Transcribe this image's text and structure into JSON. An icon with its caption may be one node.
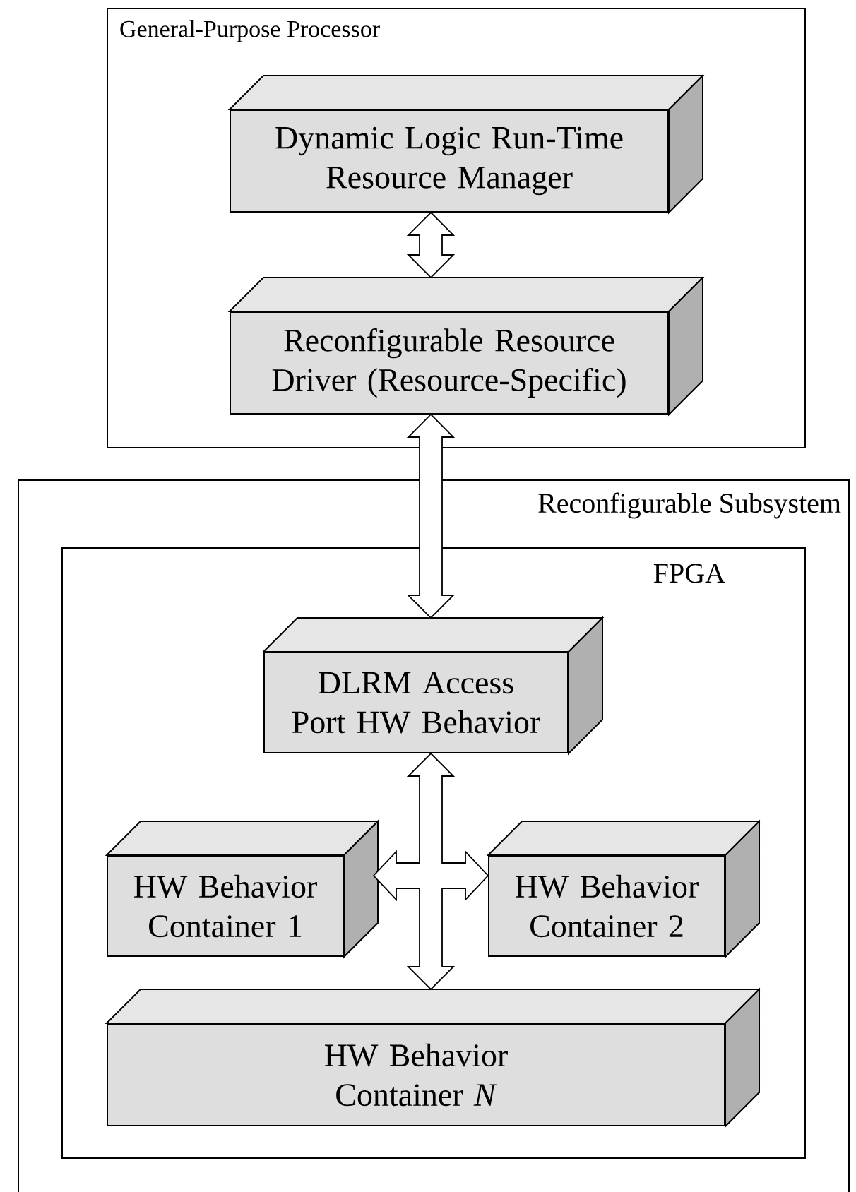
{
  "diagram": {
    "nodes": [
      {
        "text": [
          "General-Purpose Processor"
        ]
      },
      {
        "text": [
          "Dynamic Logic Run-Time Resource Manager"
        ],
        "in": 0
      },
      {
        "text": [
          "Reconfigurable Resource Driver (Resource-Specific)"
        ],
        "in": 0
      },
      {
        "text": [
          "Reconfigurable Subsystem"
        ]
      },
      {
        "text": [
          "FPGA"
        ],
        "in": 3
      },
      {
        "text": [
          "DLRM Access Port HW Behavior"
        ],
        "in": 4
      },
      {
        "text": [
          "HW Behavior Container 1"
        ],
        "in": 4
      },
      {
        "text": [
          "HW Behavior Container 2"
        ],
        "in": 4
      },
      {
        "text": [
          "HW Behavior Container *N*"
        ],
        "in": 4
      }
    ],
    "edges": [
      {
        "from": 1,
        "to": 2,
        "arrow": "both"
      },
      {
        "from": 2,
        "to": 5,
        "arrow": "both"
      },
      {
        "from": 5,
        "to": 6,
        "arrow": "both"
      },
      {
        "from": 5,
        "to": 7,
        "arrow": "both"
      },
      {
        "from": 5,
        "to": 8,
        "arrow": "both"
      }
    ]
  }
}
